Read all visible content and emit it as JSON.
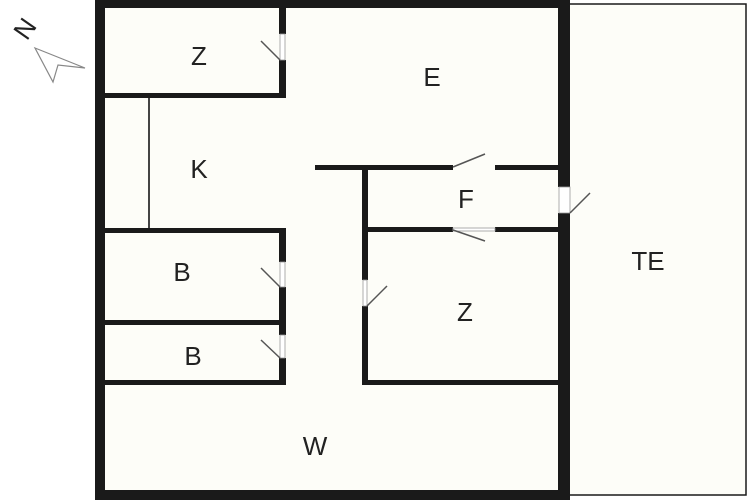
{
  "compass": {
    "label": "N"
  },
  "rooms": {
    "z_top": "Z",
    "e": "E",
    "k": "K",
    "f": "F",
    "b_upper": "B",
    "b_lower": "B",
    "z_right": "Z",
    "w": "W",
    "te": "TE"
  },
  "colors": {
    "wall": "#1a1a1a",
    "floor": "#fdfdf8",
    "door_line": "#555555"
  }
}
